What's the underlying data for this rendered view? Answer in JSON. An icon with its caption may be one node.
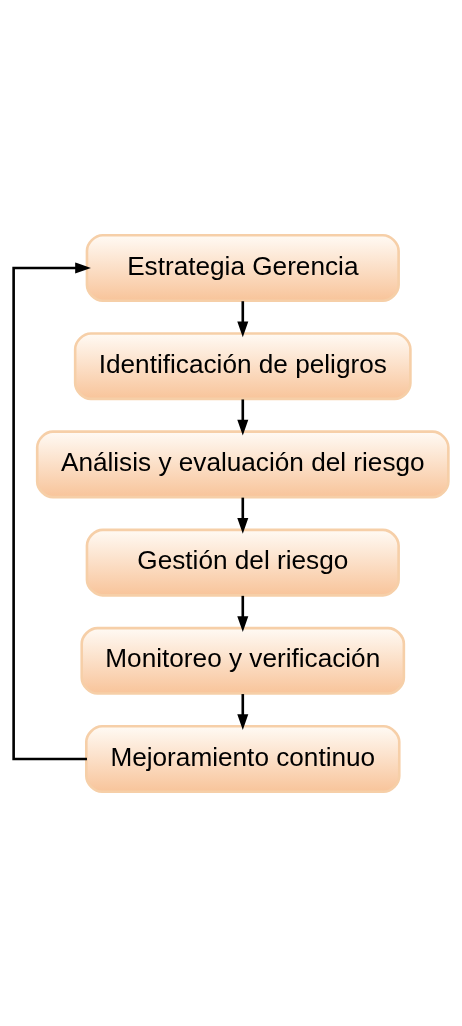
{
  "diagram": {
    "nodes": [
      {
        "text": [
          "Estrategia Gerencia"
        ]
      },
      {
        "text": [
          "Identificación de peligros"
        ]
      },
      {
        "text": [
          "Análisis y evaluación del riesgo"
        ]
      },
      {
        "text": [
          "Gestión del riesgo"
        ]
      },
      {
        "text": [
          "Monitoreo y verificación"
        ]
      },
      {
        "text": [
          "Mejoramiento continuo"
        ]
      }
    ],
    "edges": [
      {
        "from": 0,
        "to": 1,
        "arrow": "to"
      },
      {
        "from": 1,
        "to": 2,
        "arrow": "to"
      },
      {
        "from": 2,
        "to": 3,
        "arrow": "to"
      },
      {
        "from": 3,
        "to": 4,
        "arrow": "to"
      },
      {
        "from": 4,
        "to": 5,
        "arrow": "to"
      },
      {
        "from": 5,
        "to": 0,
        "arrow": "to"
      }
    ]
  }
}
